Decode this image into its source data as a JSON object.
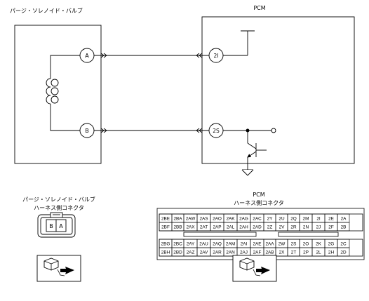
{
  "solenoid": {
    "title": "パージ・ソレノイド・バルブ",
    "terminal_a": "A",
    "terminal_b": "B"
  },
  "pcm": {
    "title": "PCM",
    "terminal_2i": "2I",
    "terminal_2s": "2S"
  },
  "solenoid_connector": {
    "title_line1": "パージ・ソレノイド・バルブ",
    "title_line2": "ハーネス側コネクタ",
    "pins": [
      "B",
      "A"
    ]
  },
  "pcm_connector": {
    "title_line1": "PCM",
    "title_line2": "ハーネス側コネクタ",
    "upper_rows": [
      [
        "2BE",
        "2BA",
        "2AW",
        "2AS",
        "2AO",
        "2AK",
        "2AG",
        "2AC",
        "2Y",
        "2U",
        "2Q",
        "2M",
        "2I",
        "2E",
        "2A"
      ],
      [
        "2BF",
        "2BB",
        "2AX",
        "2AT",
        "2AP",
        "2AL",
        "2AH",
        "2AD",
        "2Z",
        "2V",
        "2R",
        "2N",
        "2J",
        "2F",
        "2B"
      ]
    ],
    "lower_rows": [
      [
        "2BG",
        "2BC",
        "2AY",
        "2AU",
        "2AQ",
        "2AM",
        "2AI",
        "2AE",
        "2AA",
        "2W",
        "2S",
        "2O",
        "2K",
        "2G",
        "2C"
      ],
      [
        "2BH",
        "2BD",
        "2AZ",
        "2AV",
        "2AR",
        "2AN",
        "2AJ",
        "2AF",
        "2AB",
        "2X",
        "2T",
        "2P",
        "2L",
        "2H",
        "2D"
      ]
    ]
  },
  "icons": {
    "connector_view_left": "harness-connector-view-icon",
    "connector_view_right": "harness-connector-view-icon"
  }
}
